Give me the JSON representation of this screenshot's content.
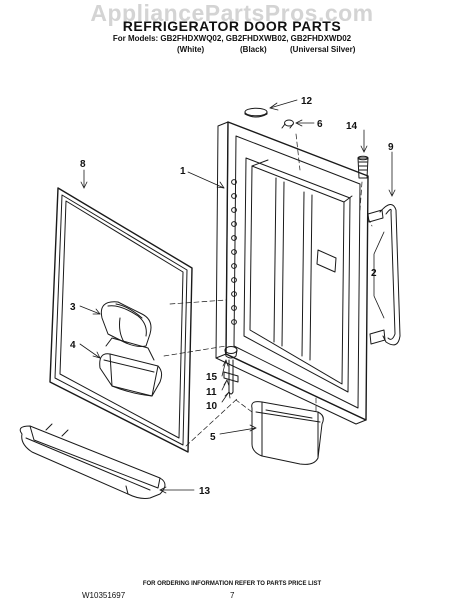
{
  "watermark": "AppliancePartsPros.com",
  "header": {
    "title": "REFRIGERATOR DOOR PARTS",
    "models_line": "For Models: GB2FHDXWQ02, GB2FHDXWB02, GB2FHDXWD02",
    "variants": [
      "(White)",
      "(Black)",
      "(Universal Silver)"
    ]
  },
  "callouts": [
    "12",
    "6",
    "14",
    "9",
    "8",
    "1",
    "2",
    "3",
    "4",
    "15",
    "11",
    "10",
    "5",
    "13"
  ],
  "footer": {
    "note": "FOR ORDERING INFORMATION REFER TO PARTS PRICE LIST",
    "doc_number": "W10351697",
    "page_number": "7"
  }
}
